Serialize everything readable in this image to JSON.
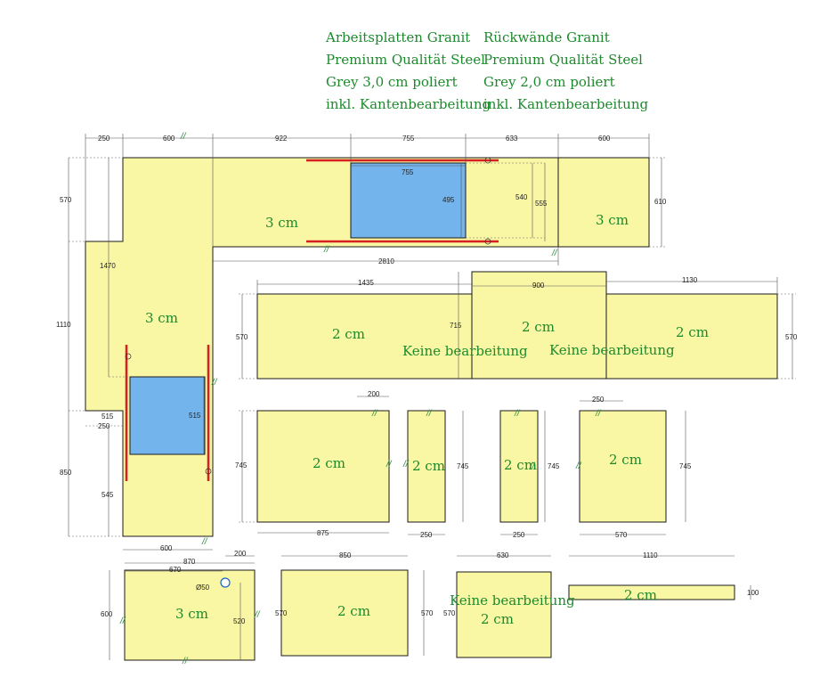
{
  "header": {
    "col1": [
      "Arbeitsplatten Granit",
      "Premium Qualität Steel",
      "Grey 3,0 cm poliert",
      "inkl. Kantenbearbeitung"
    ],
    "col2": [
      "Rückwände Granit",
      "Premium Qualität Steel",
      "Grey 2,0 cm poliert",
      "inkl. Kantenbearbeitung"
    ]
  },
  "labels": {
    "cm3": "3 cm",
    "cm2": "2 cm",
    "keine": "Keine bearbeitung",
    "polish_mark": "//"
  },
  "dims": {
    "d250a": "250",
    "d600a": "600",
    "d922": "922",
    "d755a": "755",
    "d633": "633",
    "d600b": "600",
    "d570a": "570",
    "d1470": "1470",
    "d1110a": "1110",
    "d850a": "850",
    "d515a": "515",
    "d250b": "250",
    "d545": "545",
    "d600c": "600",
    "d755b": "755",
    "d495": "495",
    "d540": "540",
    "d555": "555",
    "d610": "610",
    "d515b": "515",
    "d2810": "2810",
    "d1435": "1435",
    "d900": "900",
    "d1130": "1130",
    "d570b": "570",
    "d715": "715",
    "d570c": "570",
    "d200a": "200",
    "d745a": "745",
    "d875": "875",
    "d745b": "745",
    "d250c": "250",
    "d745c": "745",
    "d250d": "250",
    "d250e": "250",
    "d745d": "745",
    "d570d": "570",
    "d870": "870",
    "d670": "670",
    "d200b": "200",
    "d050": "Ø50",
    "d600d": "600",
    "d520": "520",
    "d850b": "850",
    "d570e": "570",
    "d570f": "570",
    "d630": "630",
    "d570g": "570",
    "d1110b": "1110",
    "d100": "100"
  }
}
